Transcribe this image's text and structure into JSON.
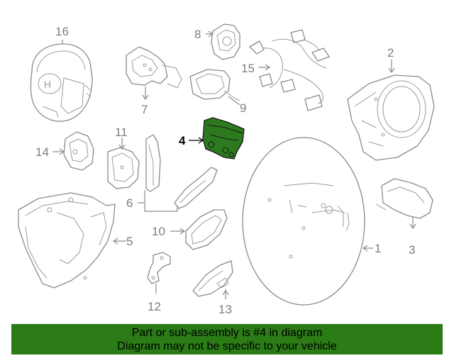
{
  "callouts": {
    "c1": "1",
    "c2": "2",
    "c3": "3",
    "c4": "4",
    "c5": "5",
    "c6": "6",
    "c7": "7",
    "c8": "8",
    "c9": "9",
    "c10": "10",
    "c11": "11",
    "c12": "12",
    "c13": "13",
    "c14": "14",
    "c15": "15",
    "c16": "16"
  },
  "highlighted_part": "4",
  "colors": {
    "highlight": "#2d7a1e",
    "banner": "#2b7b17",
    "line_art": "#8a8a8a"
  },
  "banner": {
    "line1": "Part or sub-assembly is #4 in diagram",
    "line2": "Diagram may not be specific to your vehicle"
  }
}
